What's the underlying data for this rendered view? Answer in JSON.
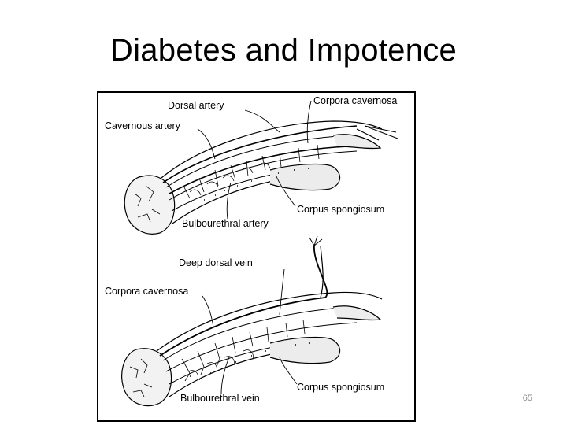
{
  "slide": {
    "title": "Diabetes and Impotence",
    "page_number": "65"
  },
  "figure": {
    "top_labels": {
      "dorsal_artery": "Dorsal artery",
      "corpora_cavernosa": "Corpora cavernosa",
      "cavernous_artery": "Cavernous artery",
      "corpus_spongiosum": "Corpus spongiosum",
      "bulbourethral_artery": "Bulbourethral artery"
    },
    "bottom_labels": {
      "deep_dorsal_vein": "Deep dorsal vein",
      "corpora_cavernosa": "Corpora  cavernosa",
      "corpus_spongiosum": "Corpus spongiosum",
      "bulbourethral_vein": "Bulbourethral vein"
    }
  }
}
